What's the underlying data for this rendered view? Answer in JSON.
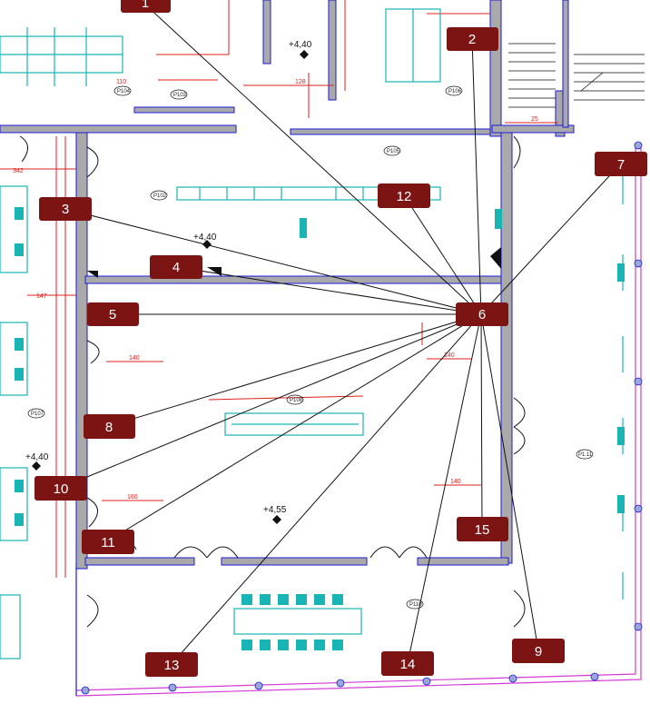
{
  "plan": {
    "colors": {
      "wall_fill": "#a9a9a9",
      "wall_outline": "#1a1adb",
      "dimension_red": "#e0201c",
      "furniture_cyan": "#19b5b5",
      "facade_magenta": "#d63ad6",
      "marker_fill": "#7d1414",
      "marker_text": "#ffffff",
      "leader_line": "#111111"
    },
    "elevations": [
      {
        "id": "elev-top",
        "text": "+4,40"
      },
      {
        "id": "elev-left-room",
        "text": "+4,40"
      },
      {
        "id": "elev-left",
        "text": "+4,40"
      },
      {
        "id": "elev-main",
        "text": "+4,55"
      }
    ],
    "room_tags": [
      {
        "id": "tag-p105",
        "text": "P105"
      },
      {
        "id": "tag-p106",
        "text": "P106"
      },
      {
        "id": "tag-p103",
        "text": "P103"
      },
      {
        "id": "tag-p104",
        "text": "P104"
      },
      {
        "id": "tag-p102",
        "text": "P102"
      },
      {
        "id": "tag-p108",
        "text": "P108"
      },
      {
        "id": "tag-p107",
        "text": "P107"
      },
      {
        "id": "tag-p111",
        "text": "P1.11"
      },
      {
        "id": "tag-p110",
        "text": "P110"
      }
    ],
    "dimensions": [
      {
        "id": "dim-140-a",
        "text": "140"
      },
      {
        "id": "dim-140-b",
        "text": "140"
      },
      {
        "id": "dim-160",
        "text": "160"
      },
      {
        "id": "dim-140-c",
        "text": "140"
      },
      {
        "id": "dim-342",
        "text": "342"
      },
      {
        "id": "dim-147",
        "text": "147"
      },
      {
        "id": "dim-128",
        "text": "128"
      },
      {
        "id": "dim-110",
        "text": "110"
      },
      {
        "id": "dim-25",
        "text": "25"
      }
    ]
  },
  "markers": [
    {
      "id": "m1",
      "label": "1"
    },
    {
      "id": "m2",
      "label": "2"
    },
    {
      "id": "m3",
      "label": "3"
    },
    {
      "id": "m4",
      "label": "4"
    },
    {
      "id": "m5",
      "label": "5"
    },
    {
      "id": "m6",
      "label": "6"
    },
    {
      "id": "m7",
      "label": "7"
    },
    {
      "id": "m8",
      "label": "8"
    },
    {
      "id": "m9",
      "label": "9"
    },
    {
      "id": "m10",
      "label": "10"
    },
    {
      "id": "m11",
      "label": "11"
    },
    {
      "id": "m12",
      "label": "12"
    },
    {
      "id": "m13",
      "label": "13"
    },
    {
      "id": "m14",
      "label": "14"
    },
    {
      "id": "m15",
      "label": "15"
    }
  ]
}
